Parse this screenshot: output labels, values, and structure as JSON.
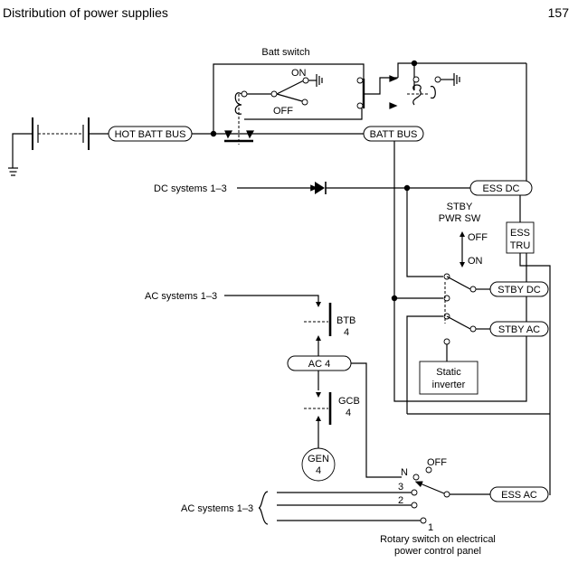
{
  "header": {
    "title": "Distribution of power supplies",
    "page_number": "157"
  },
  "labels": {
    "batt_switch": "Batt switch",
    "on": "ON",
    "off": "OFF",
    "hot_batt_bus": "HOT BATT BUS",
    "batt_bus": "BATT BUS",
    "dc_systems": "DC systems 1–3",
    "ess_dc": "ESS DC",
    "stby_pwr_sw_1": "STBY",
    "stby_pwr_sw_2": "PWR  SW",
    "stby_off": "OFF",
    "stby_on": "ON",
    "ess_tru_1": "ESS",
    "ess_tru_2": "TRU",
    "stby_dc": "STBY DC",
    "stby_ac": "STBY AC",
    "ac_systems_top": "AC systems 1–3",
    "btb": "BTB",
    "btb_num": "4",
    "ac4": "AC 4",
    "gcb": "GCB",
    "gcb_num": "4",
    "gen": "GEN",
    "gen_num": "4",
    "static_inverter_1": "Static",
    "static_inverter_2": "inverter",
    "rotary_n": "N",
    "rotary_off": "OFF",
    "rotary_3": "3",
    "rotary_2": "2",
    "rotary_1": "1",
    "ess_ac": "ESS AC",
    "ac_systems_bottom": "AC systems 1–3",
    "rotary_caption_1": "Rotary switch on electrical",
    "rotary_caption_2": "power control panel"
  }
}
